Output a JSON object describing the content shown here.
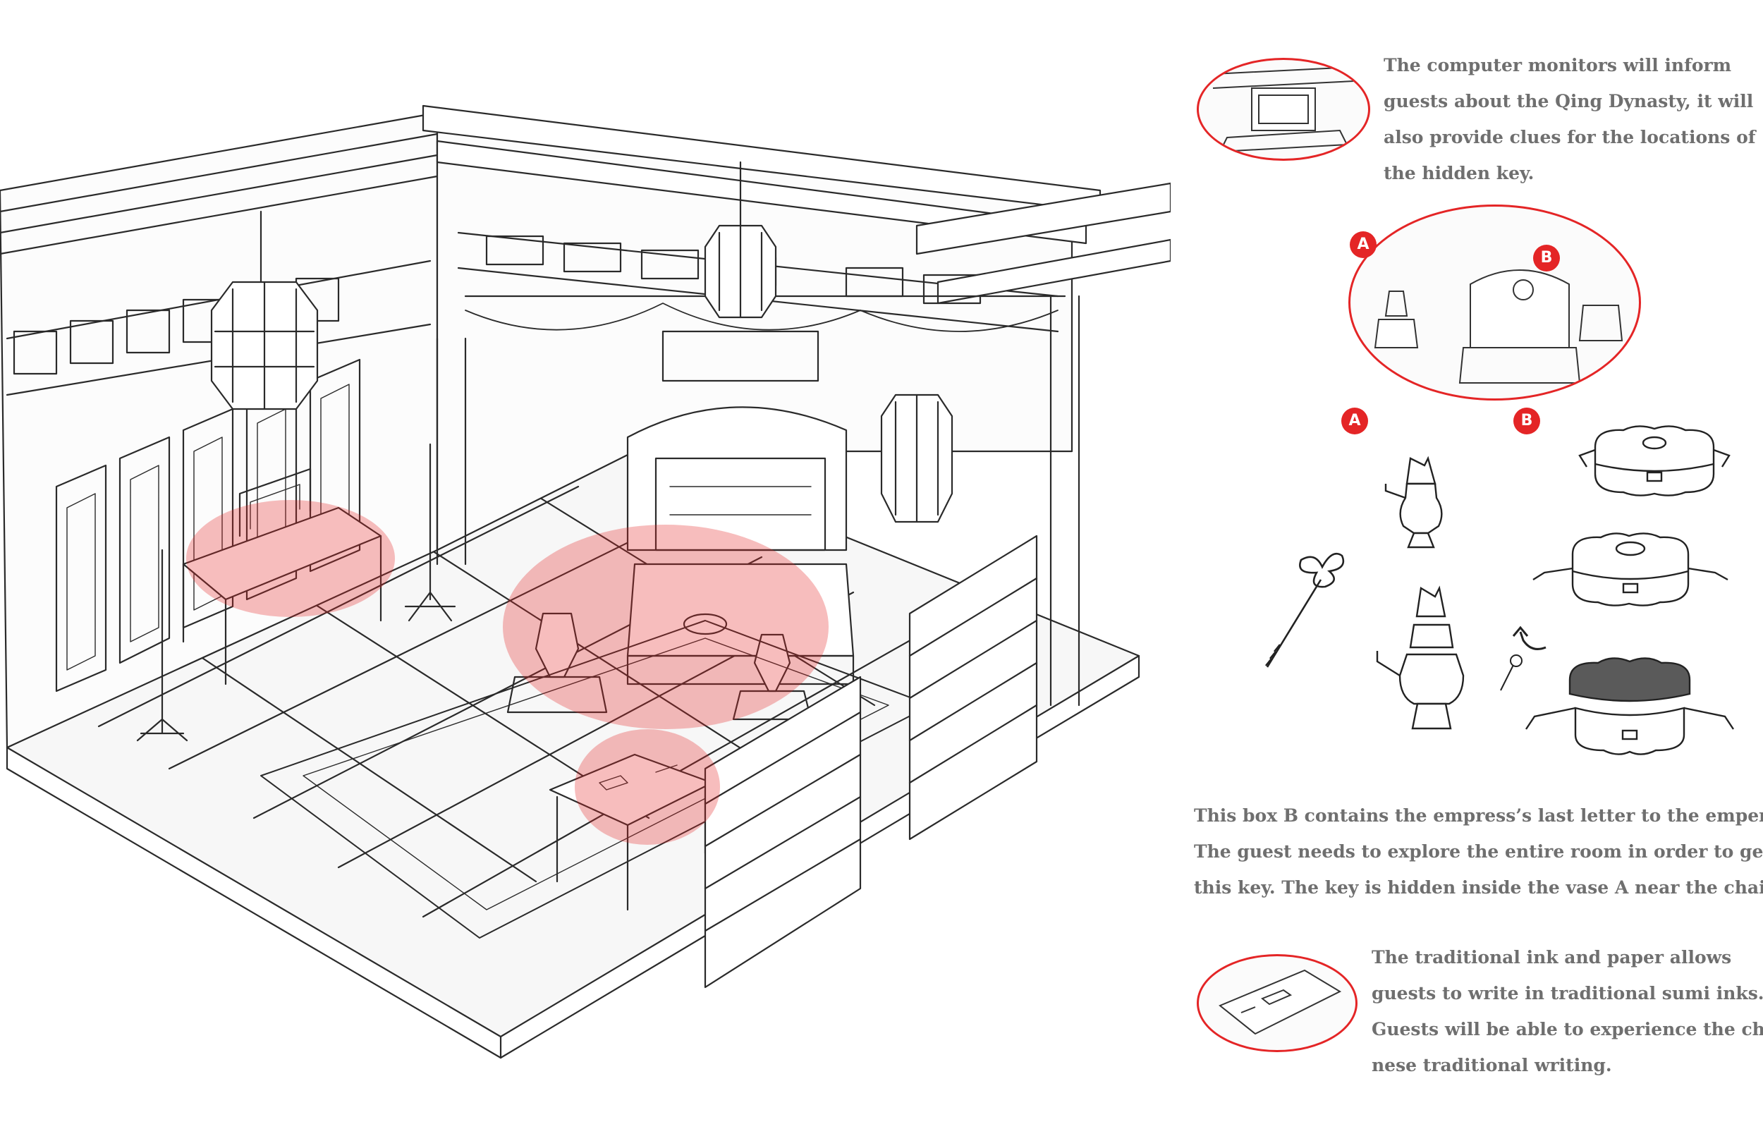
{
  "accent_color": "#e42526",
  "text_color": "#6f6f6f",
  "notes": {
    "monitors": [
      "The computer monitors will inform",
      "guests about the Qing Dynasty, it will",
      "also provide clues for the locations of",
      "the hidden key."
    ],
    "box": [
      "This box B contains the empress’s last letter to the emperor.",
      "The guest needs to explore the entire room in order to get",
      "this key. The key is hidden inside the vase A near the chair."
    ],
    "ink": [
      "The traditional ink and paper allows",
      "guests to write in traditional sumi inks.",
      "Guests will be able to experience the chi-",
      "nese traditional writing."
    ]
  },
  "markers": {
    "a": "A",
    "b": "B"
  },
  "icons": [
    "vase-icon",
    "key-hairpin-icon",
    "lacquer-box-icon",
    "rotate-arrow-icon"
  ]
}
